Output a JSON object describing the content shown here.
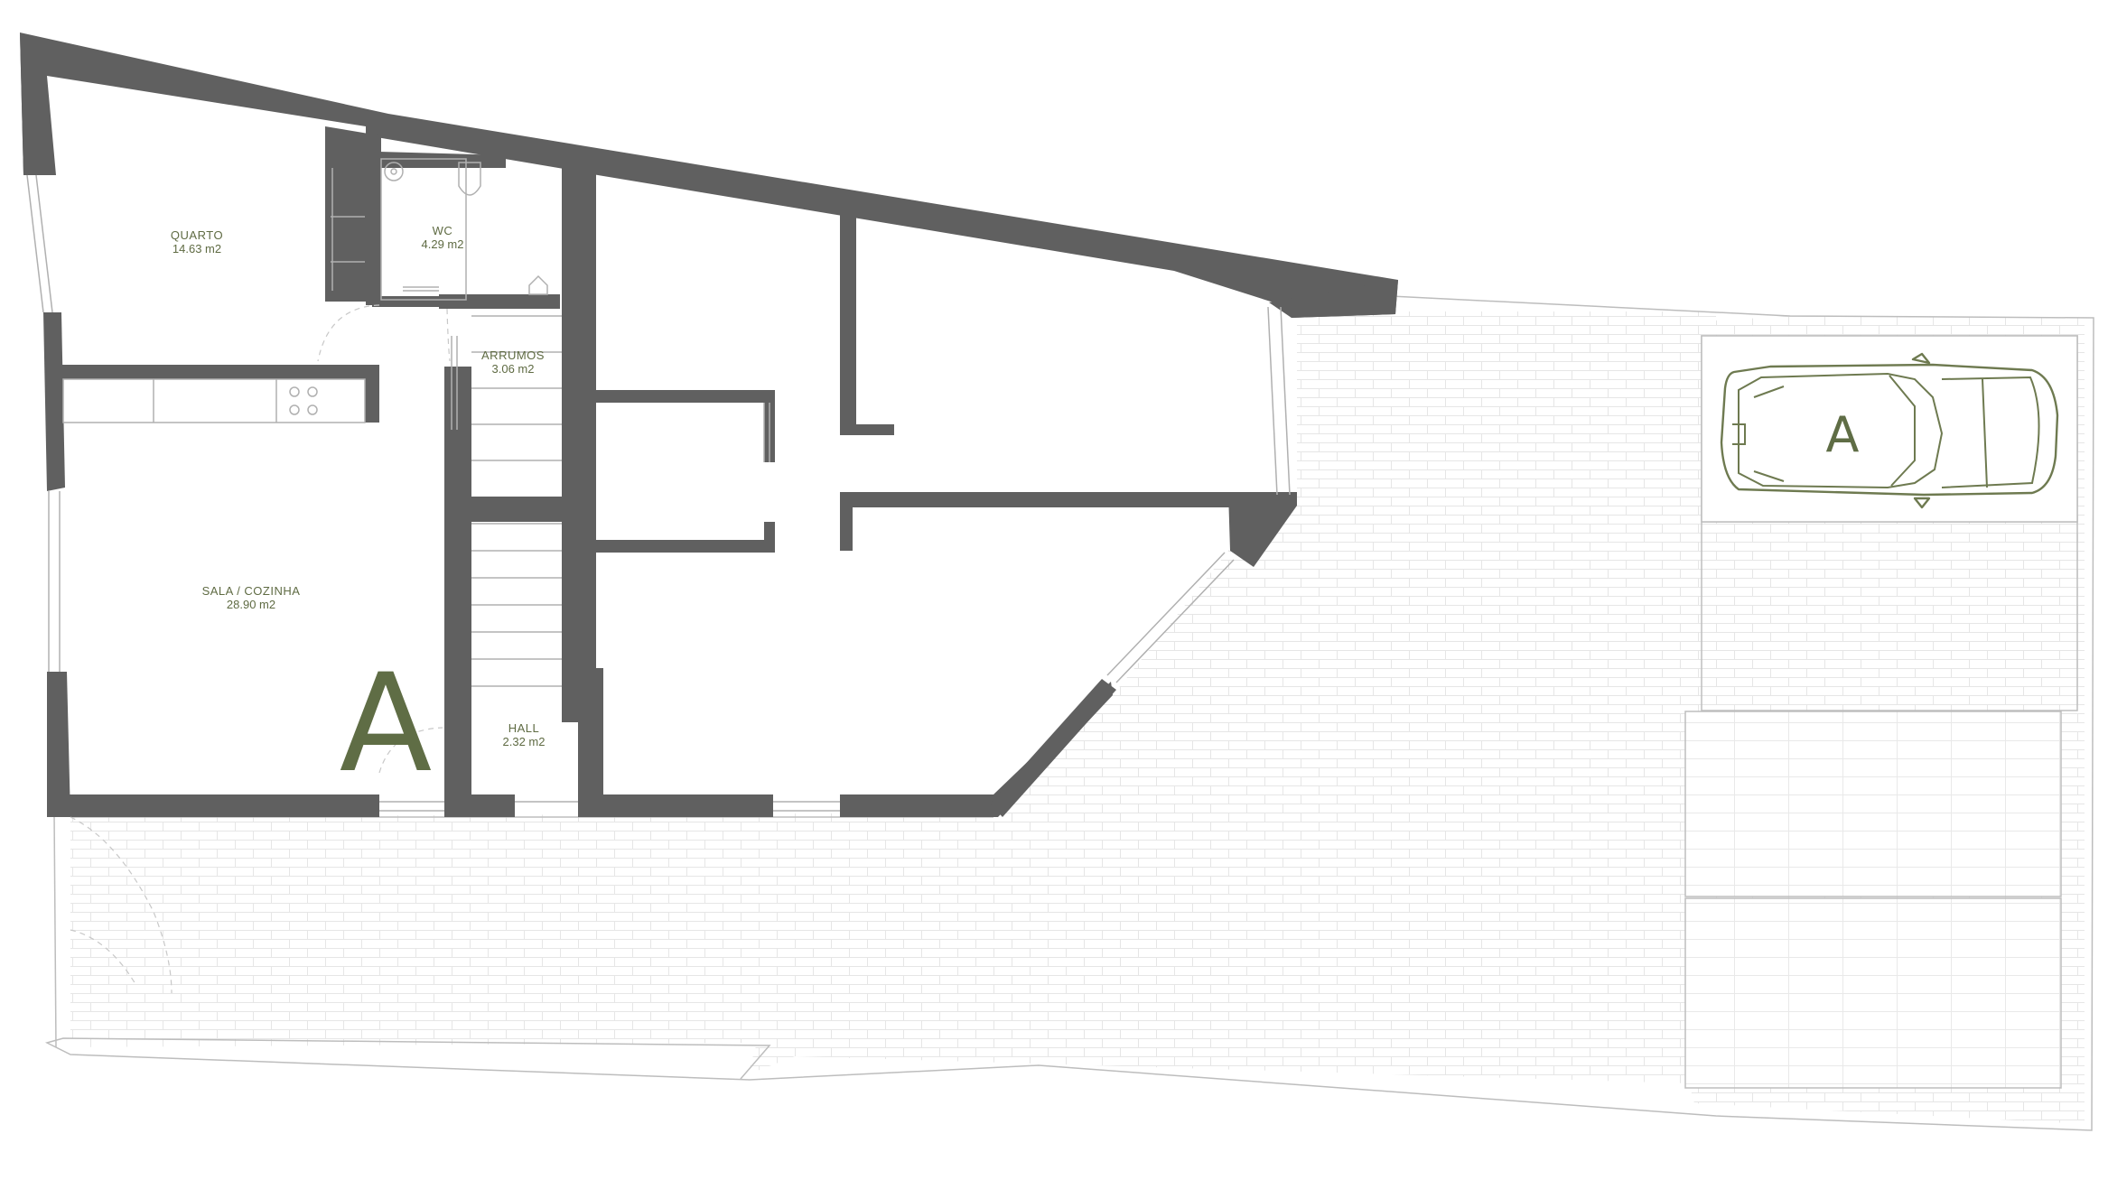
{
  "plan": {
    "rooms": [
      {
        "id": "quarto",
        "label": "QUARTO",
        "area": "14.63 m2"
      },
      {
        "id": "wc",
        "label": "WC",
        "area": "4.29 m2"
      },
      {
        "id": "arrumos",
        "label": "ARRUMOS",
        "area": "3.06 m2"
      },
      {
        "id": "sala",
        "label": "SALA / COZINHA",
        "area": "28.90 m2"
      },
      {
        "id": "hall",
        "label": "HALL",
        "area": "2.32 m2"
      }
    ],
    "unit_label": "A",
    "parking_label": "A"
  },
  "colors": {
    "wall": "#606060",
    "label": "#5f6b43",
    "accent": "#5f6d45"
  }
}
